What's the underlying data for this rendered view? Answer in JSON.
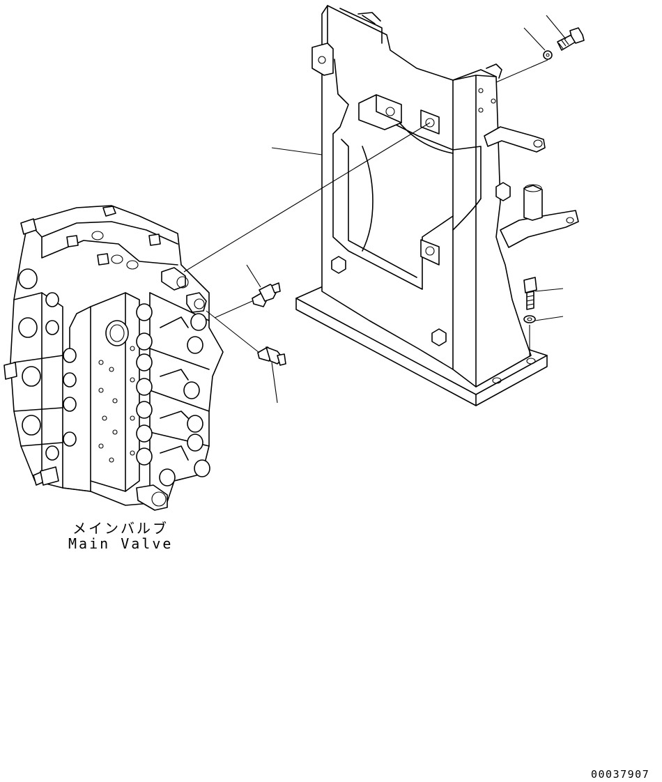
{
  "main_valve_label": {
    "japanese": "メインバルブ",
    "english": "Main Valve"
  },
  "figure_number": "00037907"
}
